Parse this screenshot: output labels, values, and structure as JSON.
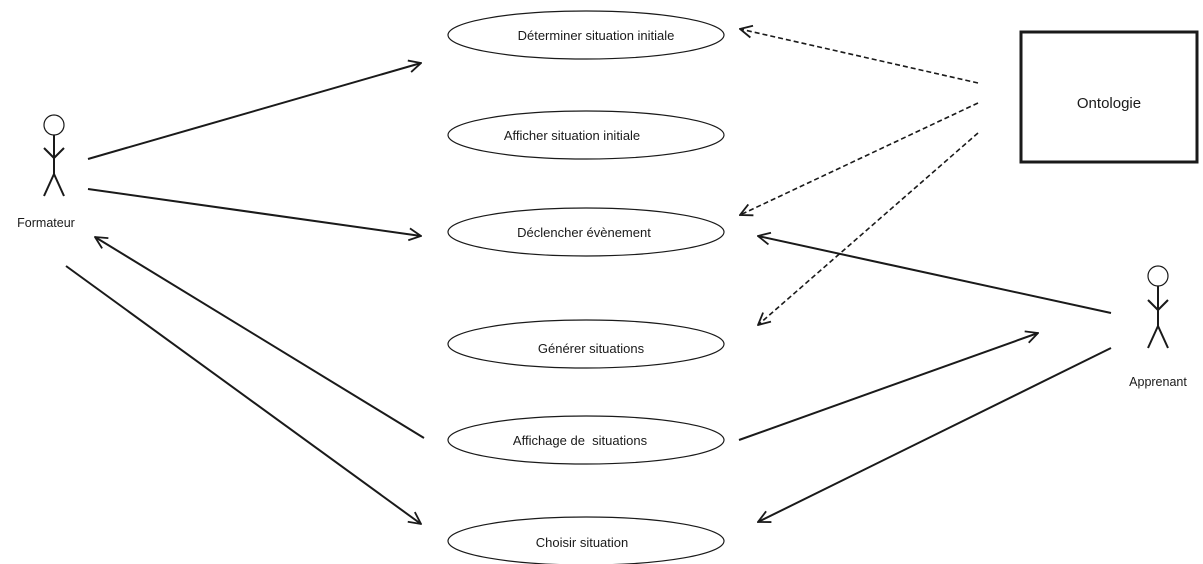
{
  "actors": {
    "formateur": {
      "label": "Formateur"
    },
    "apprenant": {
      "label": "Apprenant"
    }
  },
  "ontology": {
    "label": "Ontologie"
  },
  "use_cases": [
    {
      "id": "determiner",
      "label": "Déterminer situation initiale"
    },
    {
      "id": "afficher",
      "label": "Afficher situation initiale"
    },
    {
      "id": "declencher",
      "label": "Déclencher évènement"
    },
    {
      "id": "generer",
      "label": "Générer situations"
    },
    {
      "id": "affichage",
      "label": "Affichage de  situations"
    },
    {
      "id": "choisir",
      "label": "Choisir situation"
    }
  ],
  "colors": {
    "stroke": "#1a1a1a",
    "background": "#ffffff"
  }
}
